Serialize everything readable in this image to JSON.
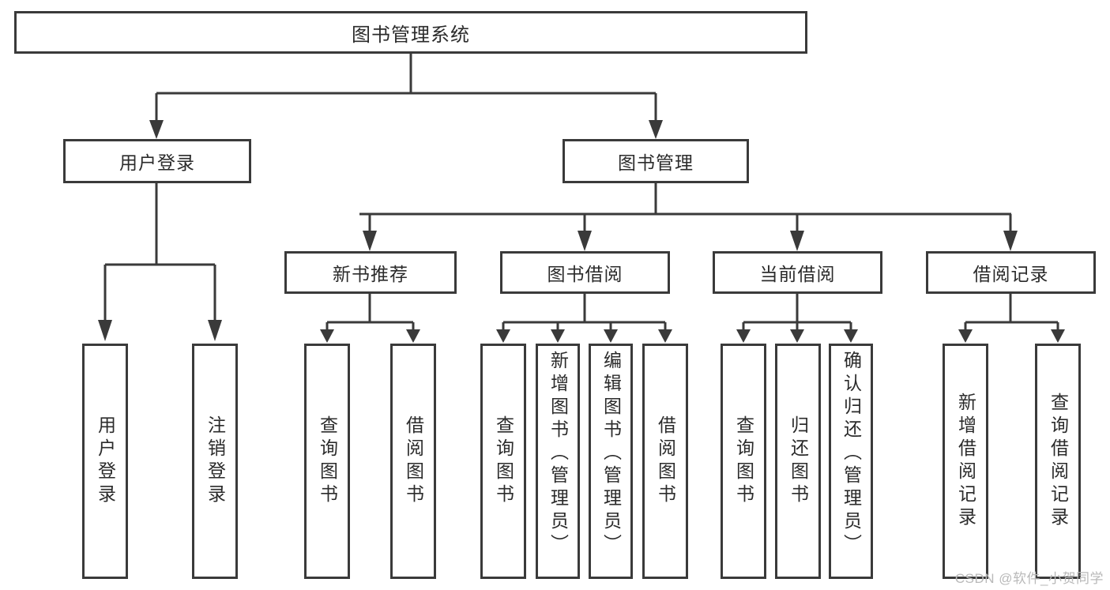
{
  "diagram": {
    "type": "tree-hierarchy-chart",
    "title": "图书管理系统",
    "watermark": "CSDN @软件_小贺同学",
    "colors": {
      "background": "#ffffff",
      "stroke": "#3a3a3a",
      "text": "#2b2b2b",
      "watermark": "#b9b9b9"
    },
    "nodes": {
      "root": "图书管理系统",
      "user_login": "用户登录",
      "book_manage": "图书管理",
      "new_book_rec": "新书推荐",
      "book_borrow": "图书借阅",
      "current_borrow": "当前借阅",
      "borrow_record": "借阅记录",
      "leaf_user_login": "用户登录",
      "leaf_logout": "注销登录",
      "leaf_query_book_1": "查询图书",
      "leaf_borrow_book_1": "借阅图书",
      "leaf_query_book_2": "查询图书",
      "leaf_add_book": "新增图书（管理员）",
      "leaf_edit_book": "编辑图书（管理员）",
      "leaf_borrow_book_2": "借阅图书",
      "leaf_query_book_3": "查询图书",
      "leaf_return_book": "归还图书",
      "leaf_confirm_return": "确认归还（管理员）",
      "leaf_add_record": "新增借阅记录",
      "leaf_query_record": "查询借阅记录"
    }
  }
}
